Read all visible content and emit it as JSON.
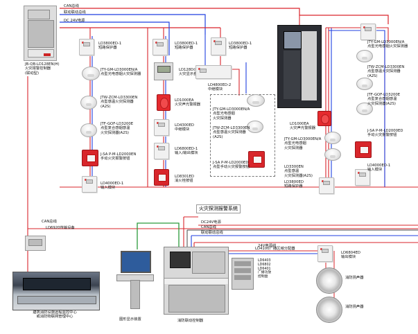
{
  "diagram_title": "火灾探测报警系统",
  "bus_labels": {
    "can_top": "CAN总线",
    "linkage_top": "联动联动总线",
    "dc24v_top": "DC 24V电源",
    "can_mid": "CAN总线",
    "dc24v_r": "DC24V电源",
    "can_r": "CAN总线",
    "linkage_r": "联动联动总线",
    "wire_b": "24V电源线"
  },
  "devices": {
    "main_panel": "JB-QB-LD128EN(H)\n火灾报警控制器\n(联动型)",
    "isolator_a": "LD3800ED-1\n短路保护器",
    "isolator_b": "LD3800ED-1\n短路保护器",
    "isolator_c": "LD3800ED-1\n短路保护器",
    "smoke_a": "JTY-GM-LD3000EN/A\n点型光电感烟火灾探测器",
    "heat_a": "JTW-ZCM-LD3300EN\n点型感温火灾探测器\n(A2S)",
    "combo_a": "JTF-GOF-LD3200E\n点型复合感烟感温\n火灾探测器(A2S)",
    "mcp_a": "J-SA P-M-LD2000EN\n手动火灾报警按钮",
    "input_a": "LD4000ED-1\n输入模块",
    "display": "LD128D(H)\n火灾显示盘",
    "strobe_a": "LD1000EA\n火灾声光警报器",
    "relay_a": "LD4300ED\n中继模块",
    "io_a": "LD6800ED-1\n输入/输出模块",
    "fire_btn": "LD8301ED\n消火栓按钮",
    "bus_module": "LD4800ED-2\n中继模块",
    "smoke_b": "JTY-GM-LD3000EN/A\n点型光电感烟\n火灾探测器",
    "heat_b": "JTW-ZCM-LD3300EN\n点型感温火灾探测器\n(A2S)",
    "mcp_b": "J-SA P-M-LD2000ED\n点型手动火灾报警按钮",
    "rack_panel": "",
    "sounder_c": "LD1000EA\n火灾声光警报器",
    "smoke_c": "JTY-GM-LD3000EN/A\n点型光电感烟\n火灾探测器",
    "heat_c": "LD3300EN\n点型感温\n火灾探测器(A2S)",
    "isolator_d": "LD3800ED\n短路保护器",
    "smoke_d": "JTY-GM-LD3000EN/A\n点型光电感烟火灾探测器",
    "heat_d": "JTW-ZCM-LD3300EN\n点型感温火灾探测器\n(A2S)",
    "combo_d": "JTF-GOF-LD3200E\n点型复合感烟感温\n火灾探测器(A2S)",
    "mcp_d": "J-SA P-M-LD2000ED\n手动火灾报警按钮",
    "input_d": "LD4000ED-1\n输入模块",
    "transfer": "LD6920传输设备",
    "center": "建筑消防设施远程监控中心\n或消防物联网管理中心",
    "graphic": "图形显示装置",
    "console": "消防联动控制器",
    "broadcast_ctrl": "LD4100广播区域分配器",
    "amp_list": "LD6403\nLD6802\nLD6401\n广播功放\n控制盘",
    "bcast_module": "LD6804ED\n输出模块",
    "speaker_a": "消防扬声器",
    "speaker_b": "消防扬声器"
  },
  "colors": {
    "red_bus": "#d9232a",
    "blue_bus": "#1f3fe0",
    "green_bus": "#2a9a3a",
    "black_bus": "#444444"
  }
}
